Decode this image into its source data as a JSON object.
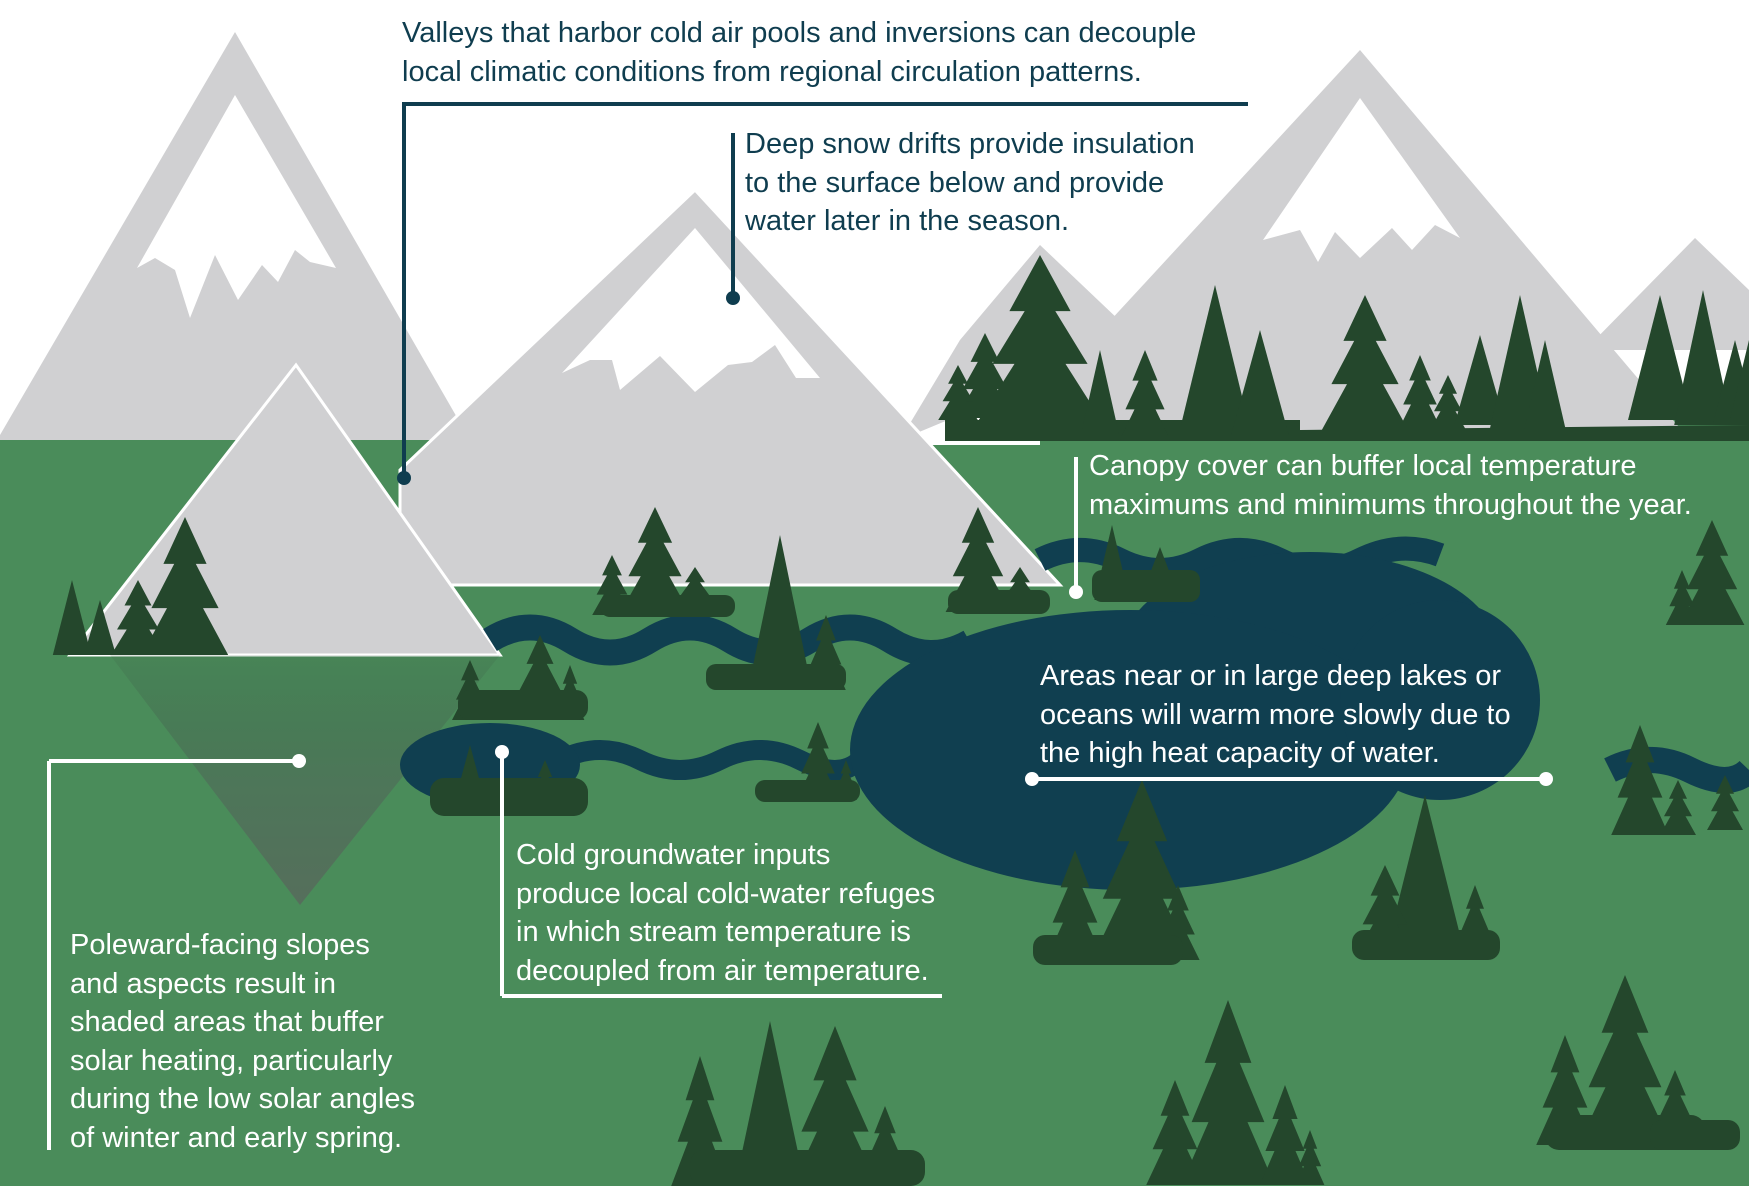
{
  "colors": {
    "mountain": "#d0d0d2",
    "snow": "#ffffff",
    "grass": "#4a8c5a",
    "tree": "#24472c",
    "water": "#103f50",
    "dark_text": "#0f3d4f",
    "light_text": "#ffffff"
  },
  "callouts": {
    "valleys": [
      "Valleys that harbor cold air pools and inversions can decouple",
      "local climatic conditions from regional circulation patterns."
    ],
    "snow": [
      "Deep snow drifts provide insulation",
      "to the surface below and provide",
      "water later in the season."
    ],
    "canopy": [
      "Canopy cover can buffer local temperature",
      "maximums and minimums throughout the year."
    ],
    "lakes": [
      "Areas near or in large deep lakes or",
      "oceans will warm more slowly due to",
      "the high heat capacity of water."
    ],
    "groundwater": [
      "Cold groundwater inputs",
      "produce local cold-water refuges",
      "in which stream temperature is",
      "decoupled from air temperature."
    ],
    "slopes": [
      "Poleward-facing slopes",
      "and aspects result in",
      "shaded areas that buffer",
      "solar heating, particularly",
      "during the low solar angles",
      "of winter and early spring."
    ]
  }
}
